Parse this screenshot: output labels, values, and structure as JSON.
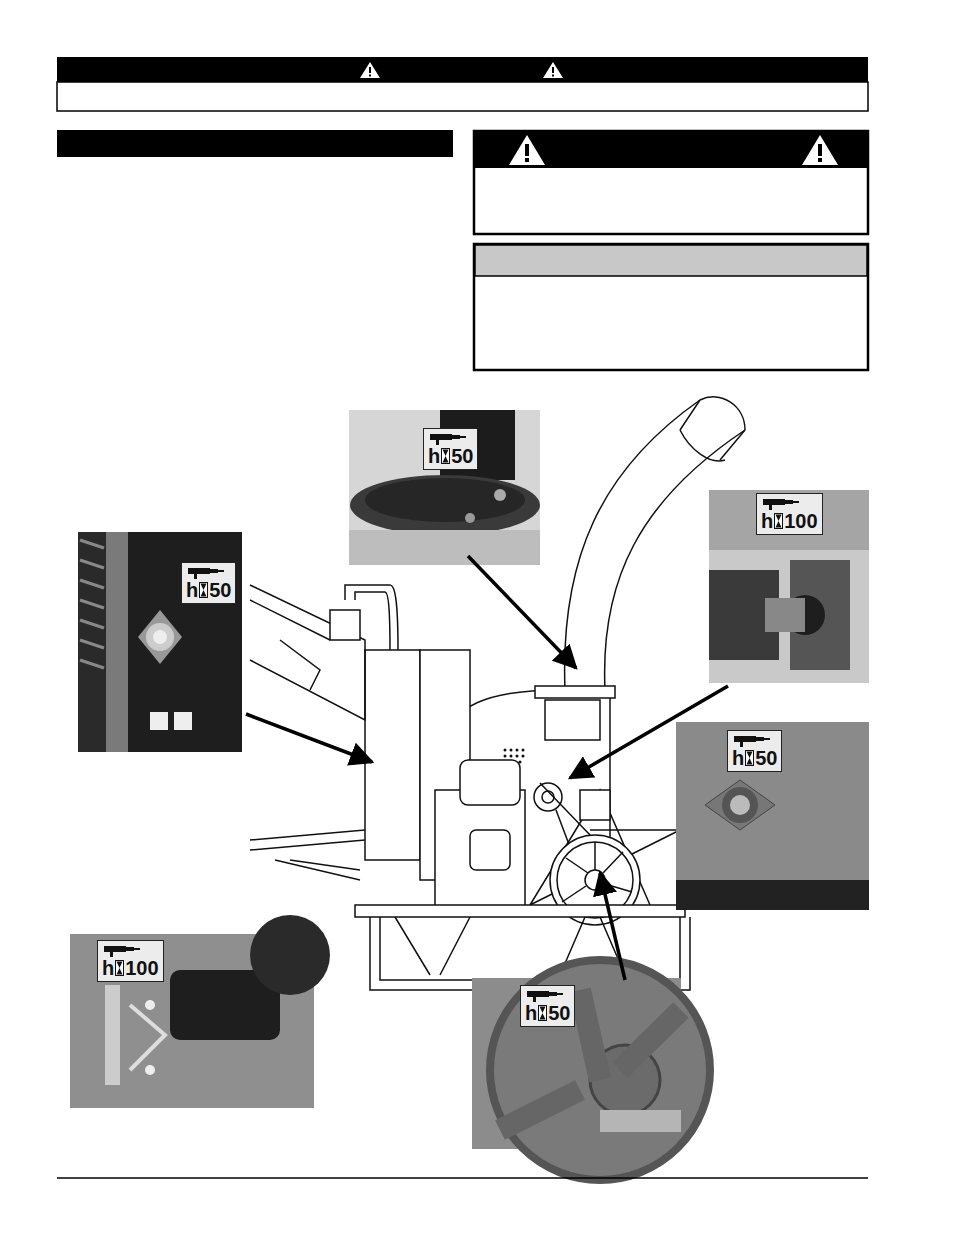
{
  "diagram": {
    "nodes": [
      {
        "text": [
          "h",
          "50"
        ]
      },
      {
        "text": [
          "h",
          "50"
        ]
      },
      {
        "text": [
          "h",
          "100"
        ]
      },
      {
        "text": [
          "h",
          "50"
        ]
      },
      {
        "text": [
          "h",
          "100"
        ]
      },
      {
        "text": [
          "h",
          "50"
        ]
      }
    ]
  }
}
